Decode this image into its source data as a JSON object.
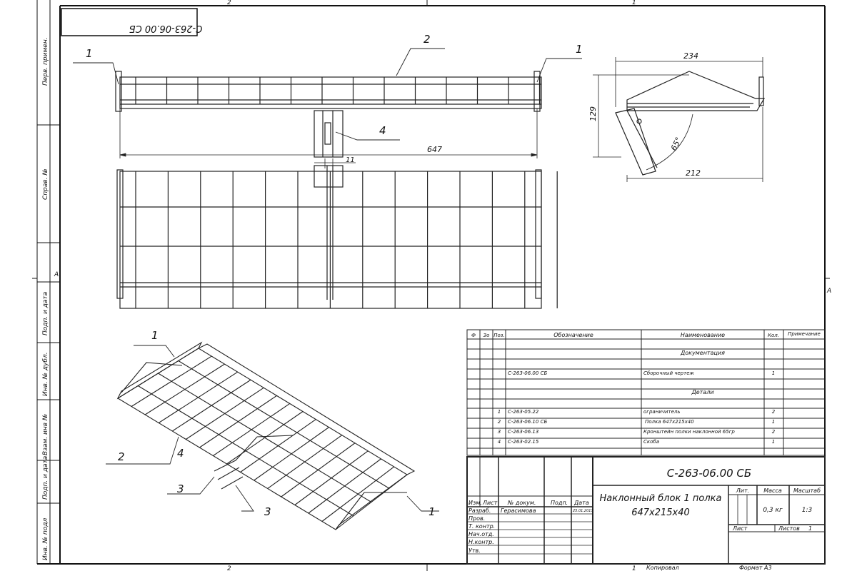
{
  "frame": {
    "zone_top_left": "2",
    "zone_top_right": "1",
    "zone_bottom_left": "2",
    "zone_bottom_right": "1",
    "zone_left": "A",
    "zone_right": "A",
    "mirrored_code": "С-263-06.00 СБ"
  },
  "side_strip": [
    "Перв. примен.",
    "Справ. №",
    "Подп. и дата",
    "Инв. № дубл.",
    "Взам. инв №",
    "Подп. и дата",
    "Инв. № подл"
  ],
  "views": {
    "top_view": {
      "dim_length": "647",
      "dim_gap": "11"
    },
    "side_view": {
      "dim_width": "234",
      "dim_height": "129",
      "dim_base": "212",
      "angle": "65°"
    },
    "callouts": {
      "c1": "1",
      "c2": "2",
      "c3": "3",
      "c4": "4"
    }
  },
  "spec_table": {
    "headers": [
      "Ф",
      "Зо",
      "Поз.",
      "Обозначение",
      "Наименование",
      "Кол.",
      "Примечание"
    ],
    "section_docs": "Документация",
    "section_parts": "Детали",
    "rows": [
      {
        "pos": "",
        "code": "С-263-06.00 СБ",
        "name": "Сборочный чертеж",
        "qty": "1"
      },
      {
        "pos": "1",
        "code": "С-263-05.22",
        "name": "ограничитель",
        "qty": "2"
      },
      {
        "pos": "2",
        "code": "С-263-06.10 СБ",
        "name": "Полка 647х215х40",
        "qty": "1"
      },
      {
        "pos": "3",
        "code": "С-263-06.13",
        "name": "Кронштейн полки наклонной 65гр",
        "qty": "2"
      },
      {
        "pos": "4",
        "code": "С-263-02.15",
        "name": "Скоба",
        "qty": "1"
      }
    ]
  },
  "title_block": {
    "doc_code": "С-263-06.00 СБ",
    "title_line1": "Наклонный блок 1 полка",
    "title_line2": "647х215х40",
    "hdr_izm": "Изм.",
    "hdr_list": "Лист",
    "hdr_docnum": "№ докум.",
    "hdr_sign": "Подп.",
    "hdr_date": "Дата",
    "razrab_label": "Разраб.",
    "razrab_name": "Герасимова",
    "razrab_date": "25.01.2017",
    "prov_label": "Пров.",
    "tkontr_label": "Т. контр.",
    "nachotd_label": "Нач.отд.",
    "nkontr_label": "Н.контр.",
    "utv_label": "Утв.",
    "lit_label": "Лит.",
    "massa_label": "Масса",
    "masshtab_label": "Масштаб",
    "massa_value": "0,3 кг",
    "masshtab_value": "1:3",
    "list_label": "Лист",
    "listov_label": "Листов",
    "listov_value": "1",
    "kopiroval": "Копировал",
    "format": "Формат А3"
  }
}
